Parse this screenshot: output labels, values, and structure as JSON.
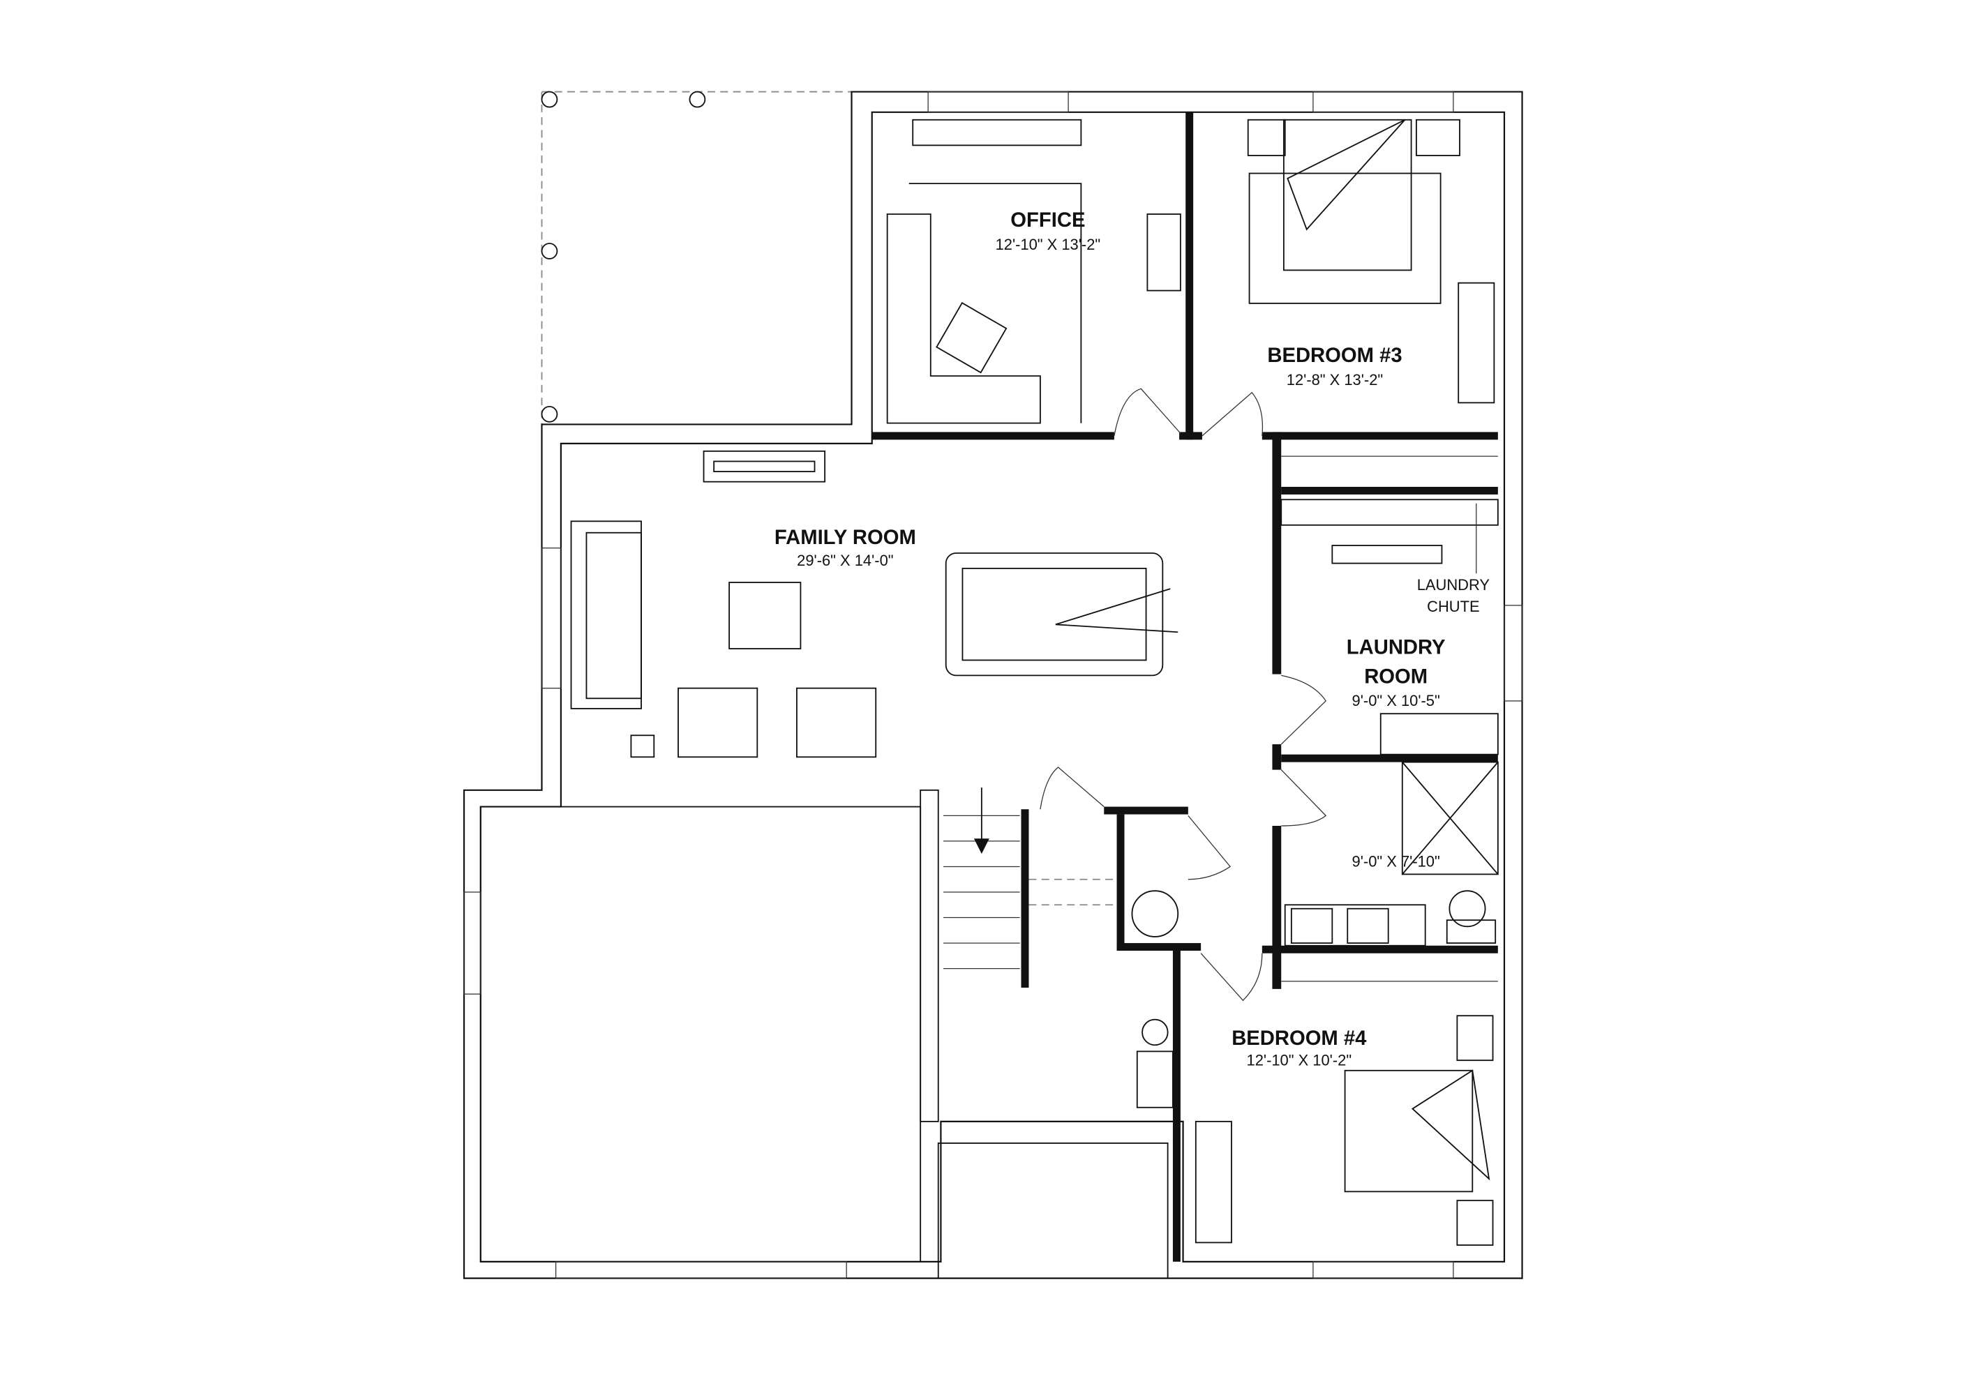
{
  "plan": {
    "rooms": {
      "office": {
        "name": "OFFICE",
        "size": "12'-10\" X 13'-2\""
      },
      "bedroom3": {
        "name": "BEDROOM #3",
        "size": "12'-8\" X 13'-2\""
      },
      "family": {
        "name": "FAMILY ROOM",
        "size": "29'-6\" X 14'-0\""
      },
      "laundry": {
        "name_line1": "LAUNDRY",
        "name_line2": "ROOM",
        "size": "9'-0\" X 10'-5\""
      },
      "bath": {
        "size": "9'-0\" X 7'-10\""
      },
      "bedroom4": {
        "name": "BEDROOM #4",
        "size": "12'-10\" X 10'-2\""
      }
    },
    "notes": {
      "chute_line1": "LAUNDRY",
      "chute_line2": "CHUTE"
    },
    "colors": {
      "wall": "#111111",
      "background": "#ffffff"
    }
  }
}
